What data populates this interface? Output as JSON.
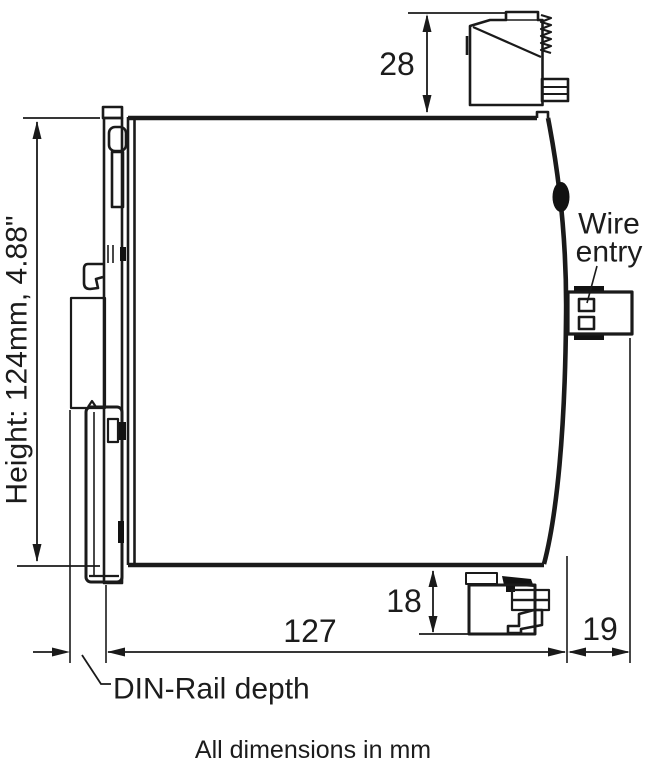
{
  "diagram": {
    "type": "technical-dimension-drawing-side-view",
    "note": "All dimensions in mm",
    "dimensions": {
      "top_terminal_height": "28",
      "bottom_terminal_height": "18",
      "body_depth": "127",
      "wire_entry_depth": "19",
      "height_label": "Height: 124mm,  4.88\"",
      "din_rail_label": "DIN-Rail depth"
    },
    "labels": {
      "wire_entry_line1": "Wire",
      "wire_entry_line2": "entry"
    },
    "colors": {
      "line": "#1a1a1a",
      "text": "#1c1c1c",
      "background": "#ffffff"
    }
  }
}
